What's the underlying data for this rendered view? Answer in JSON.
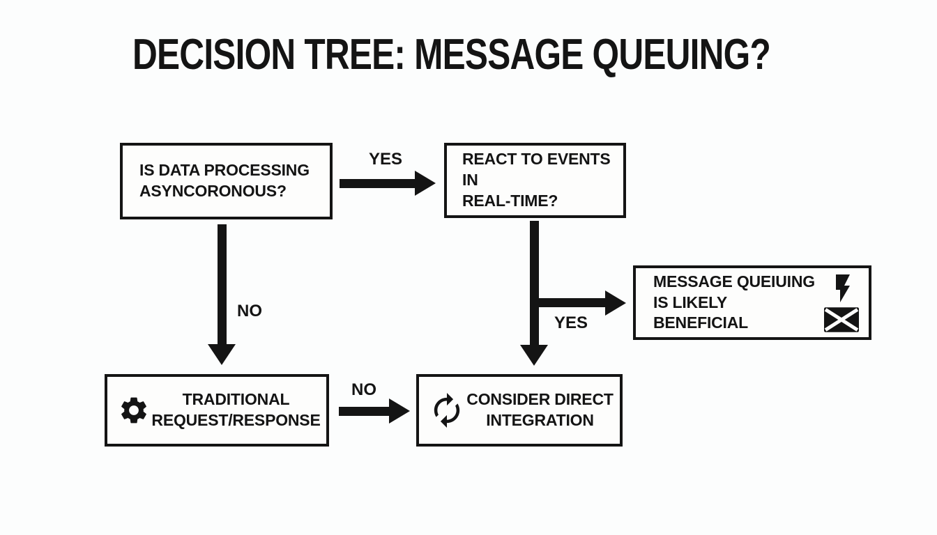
{
  "title": "DECISION TREE: MESSAGE QUEUING?",
  "colors": {
    "ink": "#141414",
    "background": "#fcfdfd",
    "node_background": "#fdfdfc"
  },
  "nodes": {
    "q_async": {
      "label": "IS DATA PROCESSING\nASYNCORONOUS?"
    },
    "q_realtime": {
      "label": "REACT TO EVENTS IN\nREAL-TIME?"
    },
    "result_mq": {
      "label": "MESSAGE QUEIUING\nIS LIKELY BENEFICIAL",
      "icons": [
        "lightning-bolt",
        "envelope"
      ]
    },
    "traditional": {
      "label": "TRADITIONAL\nREQUEST/RESPONSE",
      "icon": "gear"
    },
    "direct": {
      "label": "CONSIDER DIRECT\nINTEGRATION",
      "icon": "sync-arrows"
    }
  },
  "edges": [
    {
      "from": "q_async",
      "to": "q_realtime",
      "label": "YES"
    },
    {
      "from": "q_async",
      "to": "traditional",
      "label": "NO"
    },
    {
      "from": "q_realtime",
      "to": "result_mq",
      "label": "YES"
    },
    {
      "from": "q_realtime",
      "to": "direct",
      "label": ""
    },
    {
      "from": "traditional",
      "to": "direct",
      "label": "NO"
    }
  ]
}
